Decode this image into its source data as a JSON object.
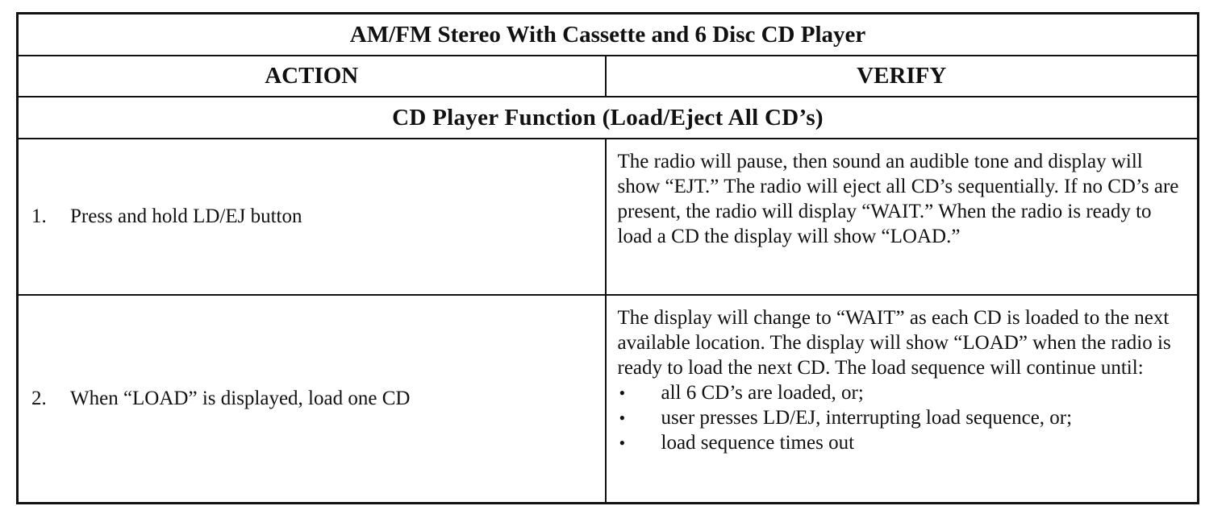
{
  "table": {
    "title": "AM/FM Stereo With Cassette and 6 Disc CD Player",
    "headers": {
      "action": "ACTION",
      "verify": "VERIFY"
    },
    "section": "CD Player Function (Load/Eject All CD’s)",
    "rows": [
      {
        "number": "1.",
        "action": "Press and hold LD/EJ button",
        "verify": "The radio will pause, then sound an audible tone and display will show “EJT.” The radio will eject all CD’s sequentially. If no CD’s are present, the radio will display “WAIT.” When the radio is ready to load a CD the display will show “LOAD.”"
      },
      {
        "number": "2.",
        "action": "When “LOAD” is displayed, load one CD",
        "verify": "The display will change to “WAIT” as each CD is loaded to the next available location. The display will show “LOAD” when the radio is ready to load the next CD. The load sequence will continue until:",
        "bullets": [
          "all 6 CD’s are loaded, or;",
          "user presses LD/EJ, interrupting load sequence, or;",
          "load sequence times out"
        ]
      }
    ]
  }
}
